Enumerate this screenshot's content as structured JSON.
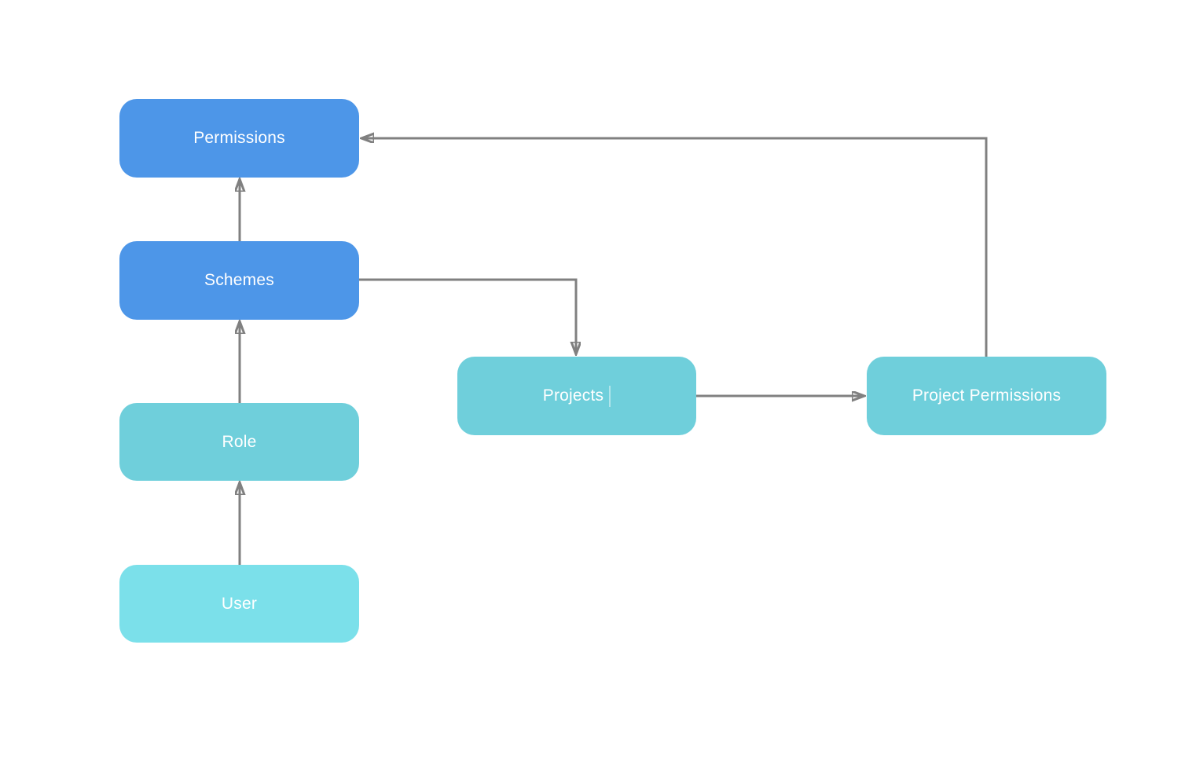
{
  "diagram": {
    "background_color": "#ffffff",
    "connector_color": "#808080",
    "node_text_color": "#ffffff",
    "nodes": [
      {
        "id": "permissions",
        "label": "Permissions",
        "color": "#4D96E8"
      },
      {
        "id": "schemes",
        "label": "Schemes",
        "color": "#4D96E8"
      },
      {
        "id": "role",
        "label": "Role",
        "color": "#6FCFDB"
      },
      {
        "id": "user",
        "label": "User",
        "color": "#7BE0EA"
      },
      {
        "id": "projects",
        "label": "Projects",
        "color": "#6FCFDB"
      },
      {
        "id": "project_permissions",
        "label": "Project Permissions",
        "color": "#6FCFDB"
      }
    ],
    "edges": [
      {
        "from": "user",
        "to": "role",
        "style": "arrow"
      },
      {
        "from": "role",
        "to": "schemes",
        "style": "arrow"
      },
      {
        "from": "schemes",
        "to": "permissions",
        "style": "arrow"
      },
      {
        "from": "schemes",
        "to": "projects",
        "style": "arrow-elbow"
      },
      {
        "from": "projects",
        "to": "project_permissions",
        "style": "arrow"
      },
      {
        "from": "project_permissions",
        "to": "permissions",
        "style": "arrow-elbow"
      }
    ]
  }
}
